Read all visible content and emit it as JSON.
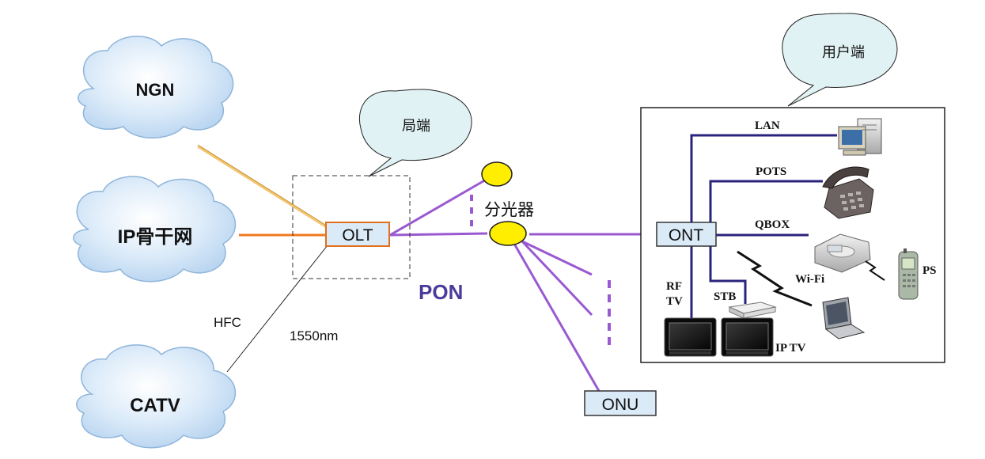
{
  "clouds": {
    "ngn": "NGN",
    "ip_backbone": "IP骨干网",
    "catv": "CATV"
  },
  "callouts": {
    "central_office": "局端",
    "user_side": "用户端"
  },
  "nodes": {
    "olt": "OLT",
    "ont": "ONT",
    "onu": "ONU",
    "splitter": "分光器",
    "pon": "PON"
  },
  "link_labels": {
    "hfc": "HFC",
    "wavelength": "1550nm"
  },
  "user_devices": {
    "lan": "LAN",
    "pots": "POTS",
    "qbox": "QBOX",
    "wifi": "Wi-Fi",
    "ps": "PS",
    "stb": "STB",
    "rf_tv_line1": "RF",
    "rf_tv_line2": "TV",
    "ip_tv": "IP TV"
  },
  "colors": {
    "cloud_fill": "#cfe3f6",
    "cloud_stroke": "#8fb5db",
    "callout_fill": "#e1f2f4",
    "box_fill": "#dbeaf7",
    "olt_border": "#e0701e",
    "pon_purple": "#9a59d1",
    "user_line": "#2a237c",
    "ngn_link": "#f1c66e",
    "ip_link": "#f07a21",
    "splitter_yellow": "#ffee00",
    "pon_text": "#4b3c9c"
  }
}
